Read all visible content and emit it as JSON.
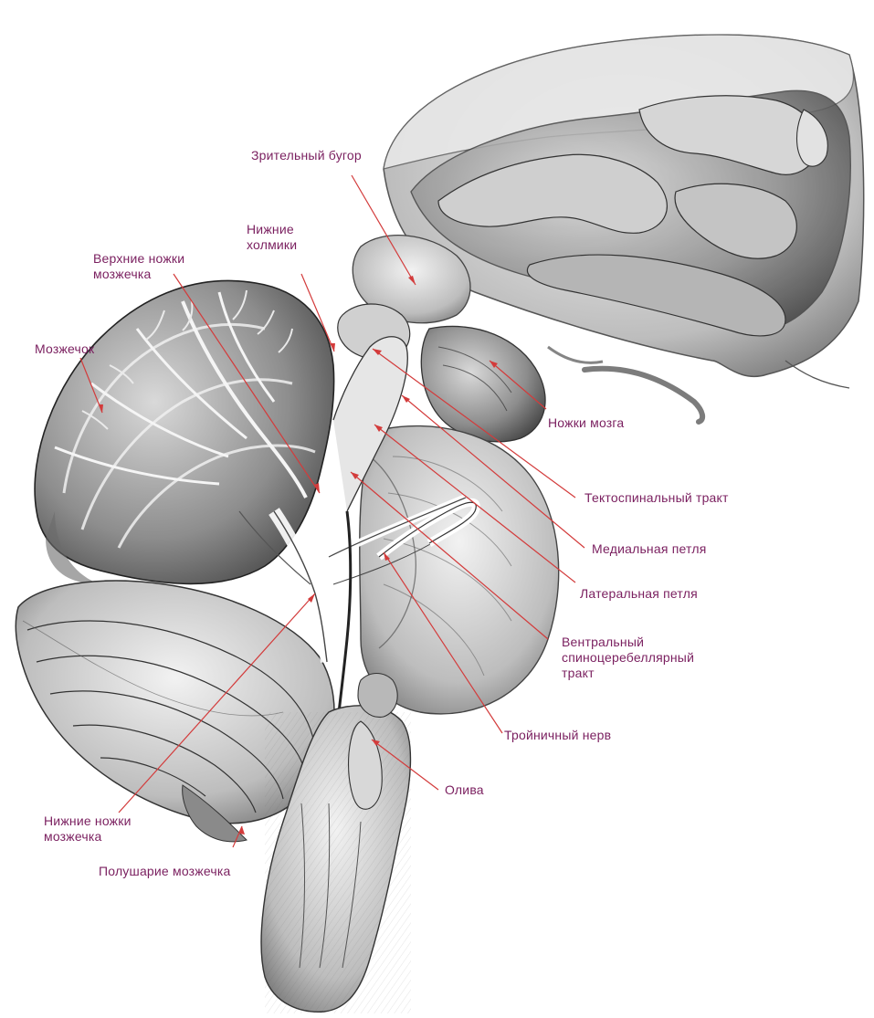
{
  "colors": {
    "label_text": "#7a1f5f",
    "leader_line": "#d33b3b",
    "ink": "#2a2a2a",
    "paper": "#ffffff"
  },
  "labels": {
    "thalamus": "Зрительный бугор",
    "inferior_colliculi": "Нижние\nхолмики",
    "superior_cerebellar_peduncles": "Верхние ножки\nмозжечка",
    "cerebellum": "Мозжечок",
    "cerebral_peduncles": "Ножки мозга",
    "tectospinal_tract": "Тектоспинальный тракт",
    "medial_lemniscus": "Медиальная петля",
    "lateral_lemniscus": "Латеральная петля",
    "ventral_spinocerebellar_tract": "Вентральный\nспиноцеребеллярный\nтракт",
    "trigeminal_nerve": "Тройничный нерв",
    "olive": "Олива",
    "inferior_cerebellar_peduncles": "Нижние ножки\nмозжечка",
    "cerebellar_hemisphere": "Полушарие мозжечка"
  }
}
